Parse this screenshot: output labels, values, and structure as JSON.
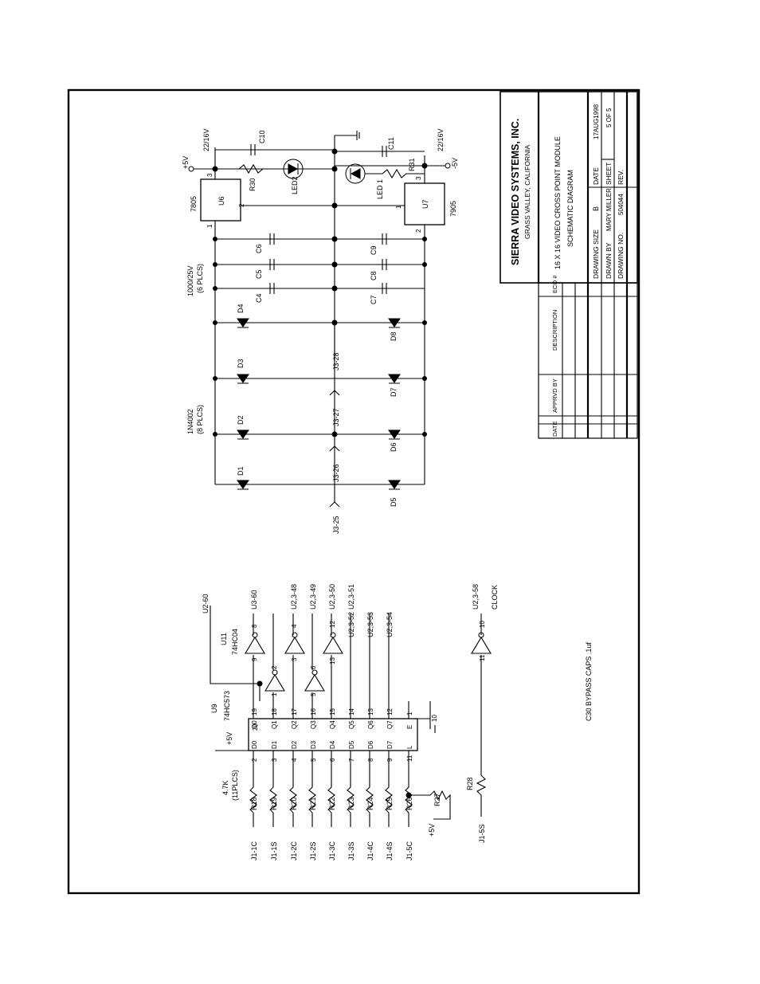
{
  "title_block": {
    "company": "SIERRA VIDEO SYSTEMS, INC.",
    "location": "GRASS VALLEY, CALIFORNIA",
    "drawing_title_1": "16 X 16 VIDEO CROSS POINT MODULE",
    "drawing_title_2": "SCHEMATIC DIAGRAM",
    "drawing_size_label": "DRAWING SIZE",
    "drawing_size": "B",
    "date_label": "DATE",
    "date": "17AUG1998",
    "drawn_by_label": "DRAWN BY",
    "drawn_by": "MARY MILLER",
    "sheet_label": "SHEET",
    "sheet": "5 OF 5",
    "drawing_no_label": "DRAWING NO.",
    "drawing_no": "504044",
    "rev_label": "REV.",
    "rev_header": {
      "date": "DATE",
      "apprvd_by": "APPRVD BY",
      "description": "DESCRIPTION",
      "eco": "ECO #"
    }
  },
  "power": {
    "u6": "U6",
    "u6_part": "7805",
    "u7": "U7",
    "u7_part": "7905",
    "plus5v": "+5V",
    "minus5v": "-5V",
    "c10": "C10",
    "c11": "C11",
    "c10_rating": "22/16V",
    "c11_rating": "22/16V",
    "r30": "R30",
    "r31": "R31",
    "led1": "LED 1",
    "led2": "LED2",
    "cap_rating": "1000/25V",
    "cap_count": "(6 PLCS)",
    "caps_top": [
      "C4",
      "C5",
      "C6"
    ],
    "caps_bot": [
      "C7",
      "C8",
      "C9"
    ],
    "diode_rating": "1N4002",
    "diode_count": "(8 PLCS)",
    "diodes_top": [
      "D1",
      "D2",
      "D3",
      "D4"
    ],
    "diodes_bot": [
      "D5",
      "D6",
      "D7",
      "D8"
    ],
    "j3": [
      "J3-25",
      "J3-26",
      "J3-27",
      "J3-28"
    ],
    "pins": {
      "u6_in": "1",
      "u6_gnd": "2",
      "u6_out": "3",
      "u7_in": "1",
      "u7_gnd": "2",
      "u7_out": "3"
    }
  },
  "logic": {
    "res_value": "4.7K",
    "res_count": "(11PLCS)",
    "j1": [
      "J1-1C",
      "J1-1S",
      "J1-2C",
      "J1-2S",
      "J1-3C",
      "J1-3S",
      "J1-4C",
      "J1-4S",
      "J1-5C"
    ],
    "resistors": [
      "R18",
      "R19",
      "R20",
      "R21",
      "R22",
      "R23",
      "R24",
      "R25",
      "R26"
    ],
    "r27": "R27",
    "r28": "R28",
    "j1_5s": "J1-5S",
    "r27_plus5v": "+5V",
    "u9": "U9",
    "u9_part": "74HC573",
    "u9_plus5v": "+5V",
    "u9_in_pins": [
      "2",
      "3",
      "4",
      "5",
      "6",
      "7",
      "8",
      "9",
      "11"
    ],
    "u9_in_labels": [
      "D0",
      "D1",
      "D2",
      "D3",
      "D4",
      "D5",
      "D6",
      "D7",
      "L"
    ],
    "u9_out_labels": [
      "Q0",
      "Q1",
      "Q2",
      "Q3",
      "Q4",
      "Q5",
      "Q6",
      "Q7",
      "E"
    ],
    "u9_out_pins": [
      "19",
      "18",
      "17",
      "16",
      "15",
      "14",
      "13",
      "12",
      "1"
    ],
    "u9_vcc_pin": "20",
    "u9_gnd_pin": "10",
    "u11": "U11",
    "u11_part": "74HC04",
    "u2_60": "U2-60",
    "outputs": [
      "U3-60",
      "U2,3-48",
      "U2,3-49",
      "U2,3-50",
      "U2,3-51",
      "U2,3-52",
      "U2,3-53",
      "U2,3-54"
    ],
    "inv_pins": {
      "a_in": "9",
      "a_out": "8",
      "b_in": "1",
      "b_out": "2",
      "c_in": "3",
      "c_out": "4",
      "d_in": "5",
      "d_out": "6",
      "e_in": "13",
      "e_out": "12",
      "f_in": "11",
      "f_out": "10"
    },
    "clock_net": "U2,3-58",
    "clock": "CLOCK",
    "bypass_note": "C30  BYPASS CAPS  .1uf"
  }
}
